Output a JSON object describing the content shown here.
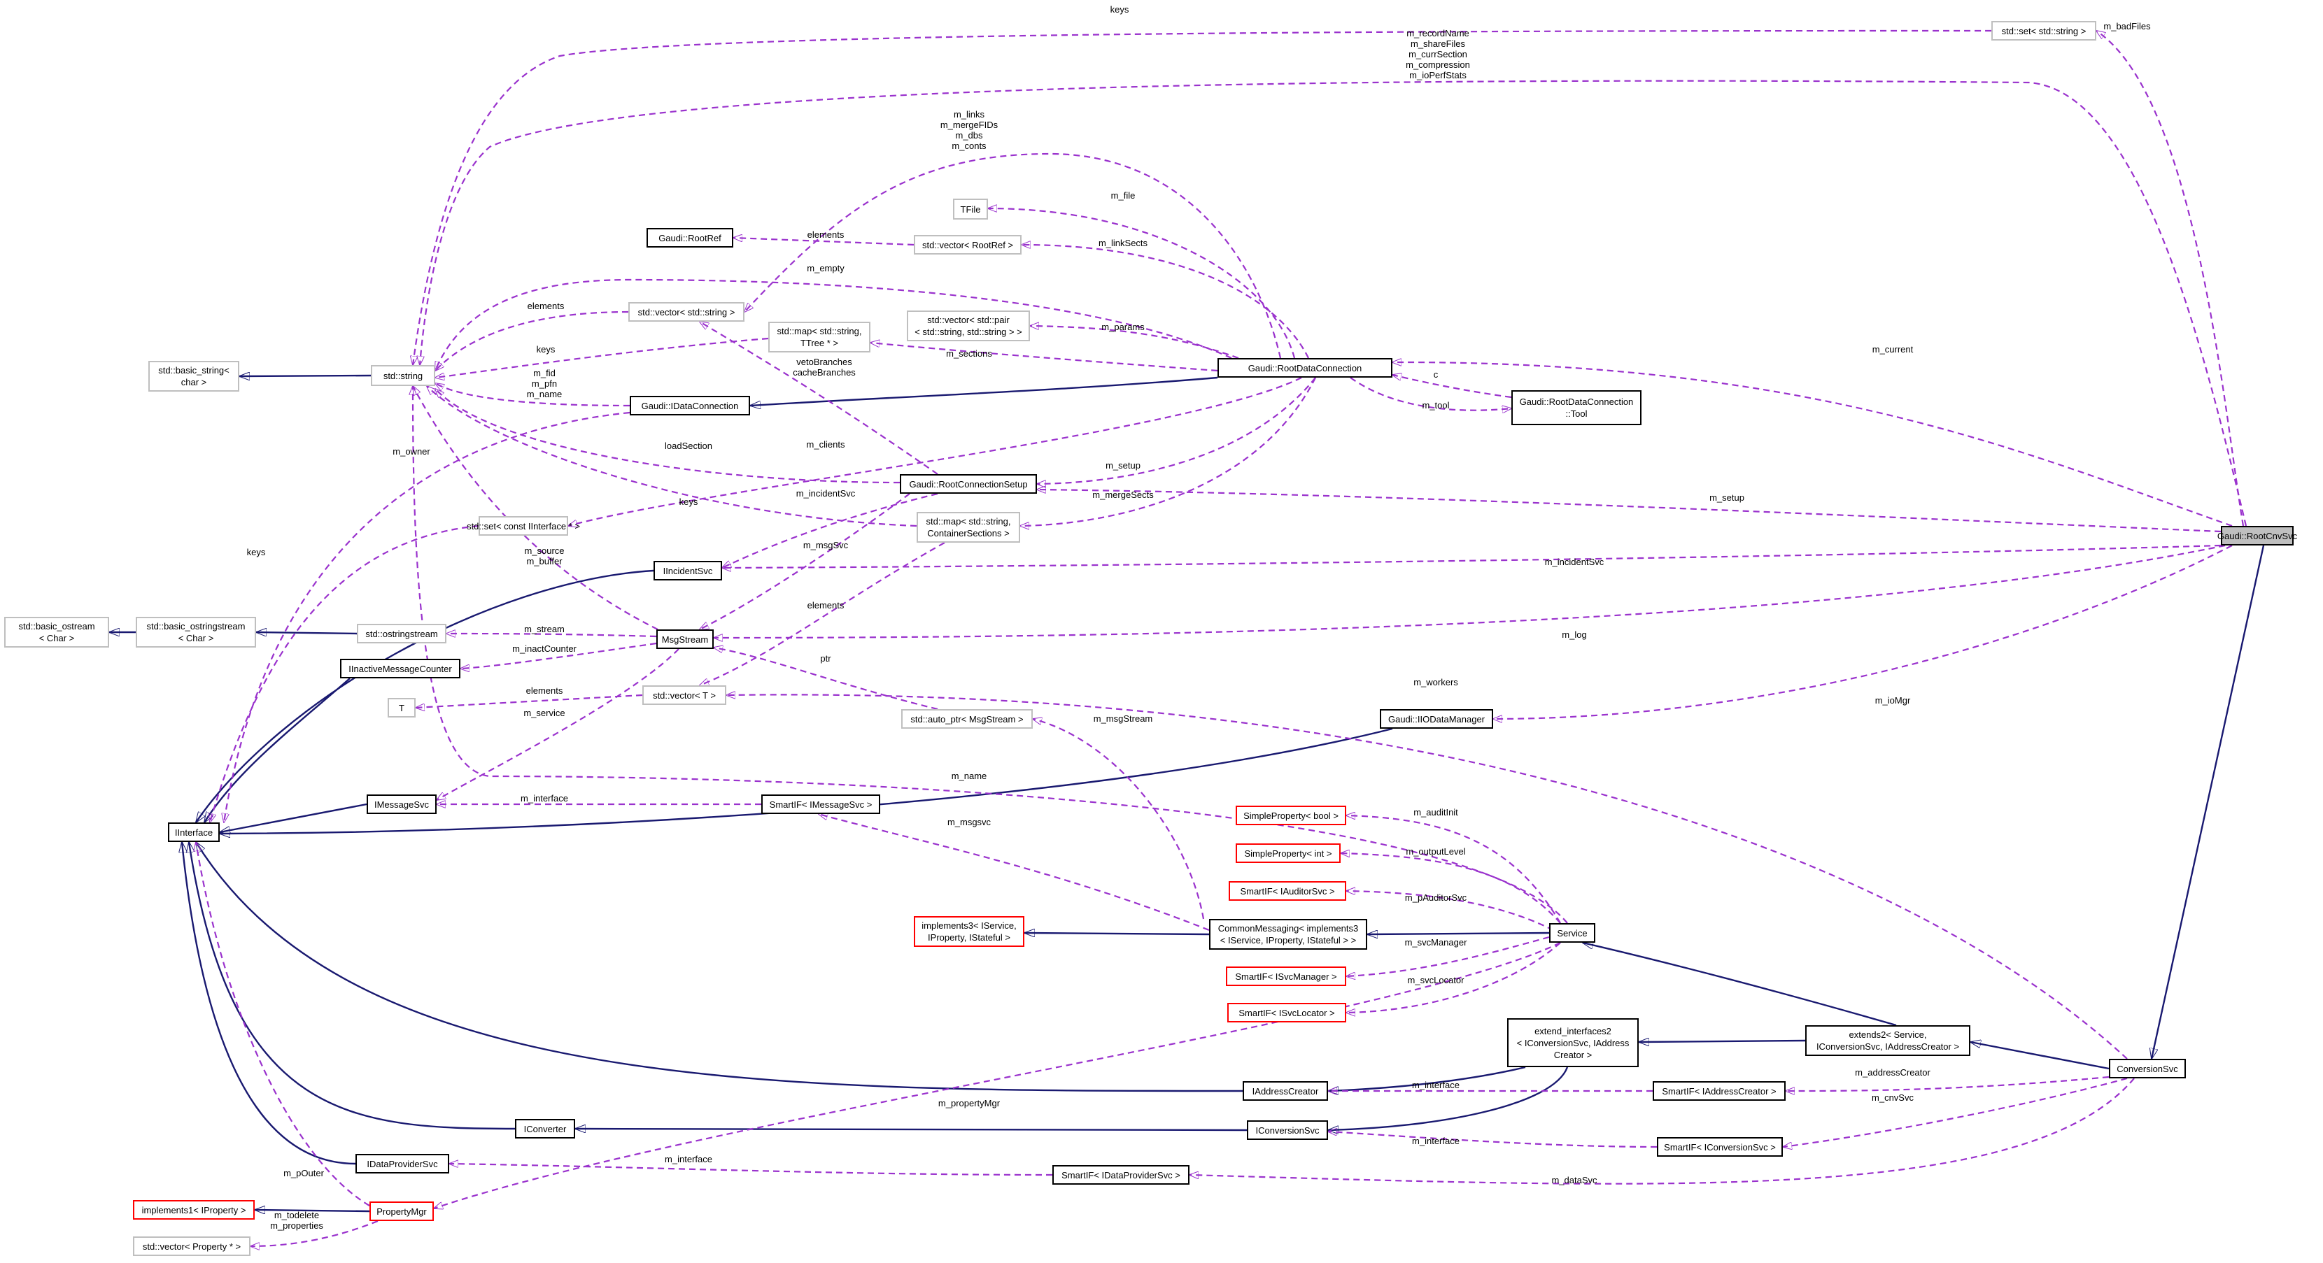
{
  "diagram": {
    "colors": {
      "inheritance": "#191970",
      "usage": "#9a32cd",
      "documented_border": "#000000",
      "undocumented_border": "#bfbfbf",
      "incomplete_border": "#ff0000",
      "focus_fill": "#bfbfbf"
    },
    "nodes": {
      "root_cnv_svc": {
        "label": "Gaudi::RootCnvSvc",
        "kind": "focus"
      },
      "set_string": {
        "label": "std::set< std::string >",
        "kind": "external"
      },
      "std_string": {
        "label": "std::string",
        "kind": "external"
      },
      "basic_string": {
        "label": "std::basic_string<\nchar >",
        "kind": "external"
      },
      "tfile": {
        "label": "TFile",
        "kind": "external"
      },
      "root_ref": {
        "label": "Gaudi::RootRef",
        "kind": "documented"
      },
      "vector_rootref": {
        "label": "std::vector< RootRef >",
        "kind": "external"
      },
      "vector_string": {
        "label": "std::vector< std::string >",
        "kind": "external"
      },
      "map_ttree": {
        "label": "std::map< std::string,\nTTree * >",
        "kind": "external"
      },
      "vector_pair": {
        "label": "std::vector< std::pair\n< std::string, std::string > >",
        "kind": "external"
      },
      "root_data_connection": {
        "label": "Gaudi::RootDataConnection",
        "kind": "documented"
      },
      "idata_connection": {
        "label": "Gaudi::IDataConnection",
        "kind": "documented"
      },
      "root_data_connection_tool": {
        "label": "Gaudi::RootDataConnection\n::Tool",
        "kind": "documented"
      },
      "root_connection_setup": {
        "label": "Gaudi::RootConnectionSetup",
        "kind": "documented"
      },
      "set_iinterface": {
        "label": "std::set< const IInterface * >",
        "kind": "external"
      },
      "map_container": {
        "label": "std::map< std::string,\nContainerSections >",
        "kind": "external"
      },
      "iincident_svc": {
        "label": "IIncidentSvc",
        "kind": "documented"
      },
      "basic_ostream": {
        "label": "std::basic_ostream\n< Char >",
        "kind": "external"
      },
      "basic_ostringstream": {
        "label": "std::basic_ostringstream\n< Char >",
        "kind": "external"
      },
      "ostringstream": {
        "label": "std::ostringstream",
        "kind": "external"
      },
      "msg_stream": {
        "label": "MsgStream",
        "kind": "documented"
      },
      "iinactive_counter": {
        "label": "IInactiveMessageCounter",
        "kind": "documented"
      },
      "t_node": {
        "label": "T",
        "kind": "external"
      },
      "vector_t": {
        "label": "std::vector< T >",
        "kind": "external"
      },
      "auto_ptr": {
        "label": "std::auto_ptr< MsgStream >",
        "kind": "external"
      },
      "iio_data_manager": {
        "label": "Gaudi::IIODataManager",
        "kind": "documented"
      },
      "iinterface": {
        "label": "IInterface",
        "kind": "documented"
      },
      "imessage_svc": {
        "label": "IMessageSvc",
        "kind": "documented"
      },
      "smartif_imessage": {
        "label": "SmartIF< IMessageSvc >",
        "kind": "documented"
      },
      "simple_prop_bool": {
        "label": "SimpleProperty< bool >",
        "kind": "incomplete"
      },
      "simple_prop_int": {
        "label": "SimpleProperty< int >",
        "kind": "incomplete"
      },
      "smartif_iauditor": {
        "label": "SmartIF< IAuditorSvc >",
        "kind": "incomplete"
      },
      "implements3": {
        "label": "implements3< IService,\nIProperty, IStateful >",
        "kind": "incomplete"
      },
      "common_messaging": {
        "label": "CommonMessaging< implements3\n< IService, IProperty, IStateful > >",
        "kind": "documented"
      },
      "service": {
        "label": "Service",
        "kind": "documented"
      },
      "smartif_isvcmanager": {
        "label": "SmartIF< ISvcManager >",
        "kind": "incomplete"
      },
      "smartif_isvclocator": {
        "label": "SmartIF< ISvcLocator >",
        "kind": "incomplete"
      },
      "extend_interfaces2": {
        "label": "extend_interfaces2\n< IConversionSvc, IAddress\nCreator >",
        "kind": "documented"
      },
      "extends2": {
        "label": "extends2< Service,\nIConversionSvc, IAddressCreator >",
        "kind": "documented"
      },
      "conversion_svc": {
        "label": "ConversionSvc",
        "kind": "documented"
      },
      "iaddress_creator": {
        "label": "IAddressCreator",
        "kind": "documented"
      },
      "smartif_iaddress": {
        "label": "SmartIF< IAddressCreator >",
        "kind": "documented"
      },
      "iconverter": {
        "label": "IConverter",
        "kind": "documented"
      },
      "iconversion_svc": {
        "label": "IConversionSvc",
        "kind": "documented"
      },
      "smartif_iconversion": {
        "label": "SmartIF< IConversionSvc >",
        "kind": "documented"
      },
      "idata_provider_svc": {
        "label": "IDataProviderSvc",
        "kind": "documented"
      },
      "smartif_idataprovider": {
        "label": "SmartIF< IDataProviderSvc >",
        "kind": "documented"
      },
      "implements1": {
        "label": "implements1< IProperty >",
        "kind": "incomplete"
      },
      "property_mgr": {
        "label": "PropertyMgr",
        "kind": "incomplete"
      },
      "vector_property": {
        "label": "std::vector< Property * >",
        "kind": "external"
      }
    },
    "edge_labels": {
      "keys_top": "keys",
      "m_badfiles": "m_badFiles",
      "m_recordname_group": "m_recordName\nm_shareFiles\nm_currSection\nm_compression\nm_ioPerfStats",
      "m_links_group": "m_links\nm_mergeFIDs\nm_dbs\nm_conts",
      "m_file": "m_file",
      "elements_rootref": "elements",
      "m_linksects": "m_linkSects",
      "m_empty": "m_empty",
      "elements_string": "elements",
      "m_params": "m_params",
      "keys_ttree": "keys",
      "m_sections": "m_sections",
      "veto_group": "vetoBranches\ncacheBranches",
      "m_current": "m_current",
      "c_label": "c",
      "m_fid_group": "m_fid\nm_pfn\nm_name",
      "m_tool": "m_tool",
      "m_owner": "m_owner",
      "load_section": "loadSection",
      "m_clients": "m_clients",
      "m_setup_inner": "m_setup",
      "m_setup_outer": "m_setup",
      "m_incidentsvc_inner": "m_incidentSvc",
      "m_mergesects": "m_mergeSects",
      "keys_left": "keys",
      "keys_container": "keys",
      "m_msgsvc": "m_msgSvc",
      "m_source_group": "m_source\nm_buffer",
      "m_incidentsvc_outer": "m_incidentSvc",
      "elements_container": "elements",
      "m_stream": "m_stream",
      "m_inactcounter": "m_inactCounter",
      "m_log": "m_log",
      "ptr": "ptr",
      "m_workers": "m_workers",
      "elements_t": "elements",
      "m_service": "m_service",
      "m_iomgr": "m_ioMgr",
      "m_msgstream": "m_msgStream",
      "m_name": "m_name",
      "m_interface_msg": "m_interface",
      "m_msgsvc_lower": "m_msgsvc",
      "m_auditinit": "m_auditInit",
      "m_outputlevel": "m_outputLevel",
      "m_pauditorsvc": "m_pAuditorSvc",
      "m_svcmanager": "m_svcManager",
      "m_svclocator": "m_svcLocator",
      "m_addresscreator": "m_addressCreator",
      "m_interface_addr": "m_interface",
      "m_propertymgr": "m_propertyMgr",
      "m_cnvsvc": "m_cnvSvc",
      "m_interface_conv": "m_interface",
      "m_interface_data": "m_interface",
      "m_pouter": "m_pOuter",
      "m_datasvc": "m_dataSvc",
      "m_todelete_group": "m_todelete\nm_properties"
    }
  }
}
